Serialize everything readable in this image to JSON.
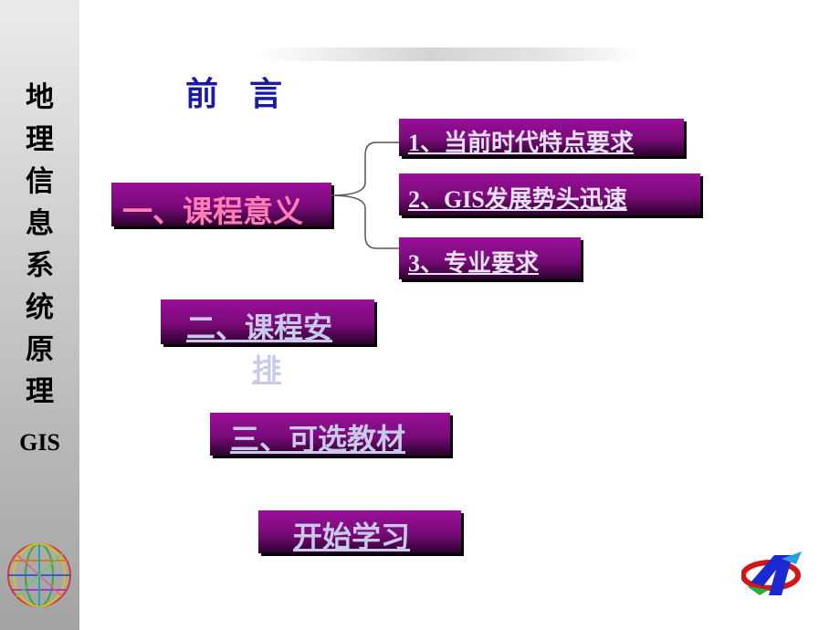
{
  "sidebar": {
    "title_chars": [
      "地",
      "理",
      "信",
      "息",
      "系",
      "统",
      "原",
      "理"
    ],
    "subtitle": "GIS",
    "globe_icon": "globe-logo-icon"
  },
  "header": {
    "title": "前言"
  },
  "outline": {
    "item1": {
      "label": "一、课程意义",
      "subitems": [
        "1、当前时代特点要求",
        "2、GIS发展势头迅速",
        "3、专业要求"
      ]
    },
    "item2": {
      "label_line1": "二、课程安",
      "label_line2": "排"
    },
    "item3": {
      "label": "三、可选教材"
    },
    "start": {
      "label": "开始学习"
    }
  },
  "colors": {
    "box_purple": "#8b0e8b",
    "title_blue": "#1a1aa8",
    "main_label_pink": "#ff7fb4",
    "link_lavender": "#c9c9ea"
  },
  "corner_logo_icon": "university-logo-icon"
}
